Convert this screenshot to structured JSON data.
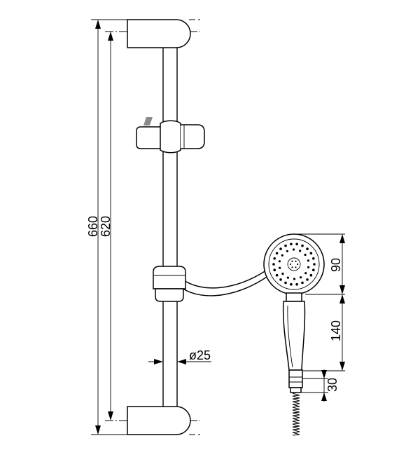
{
  "dimensions": {
    "overall_height": "660",
    "rail_length": "620",
    "rail_diameter": "ø25",
    "head_diameter": "90",
    "handle_length": "140",
    "connector_length": "30"
  },
  "colors": {
    "line": "#000000",
    "slider_tab": "#8a8a8a",
    "background": "#ffffff"
  }
}
